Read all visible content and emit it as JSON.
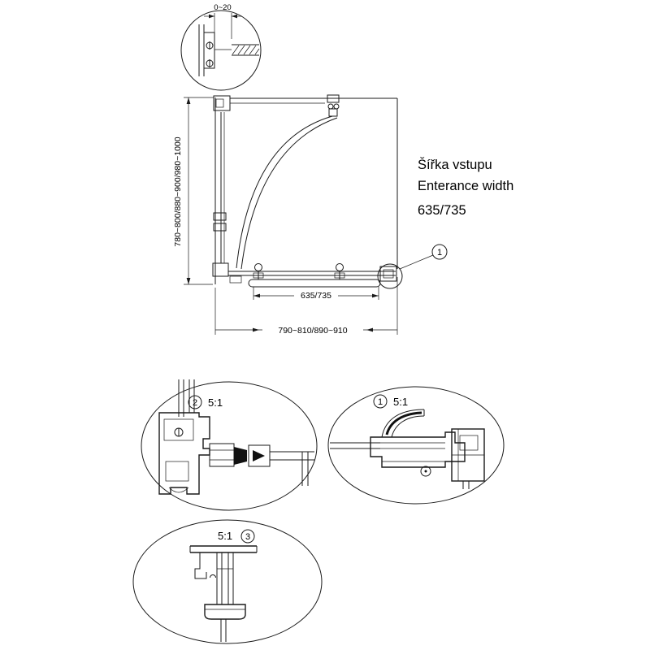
{
  "page": {
    "background": "#ffffff",
    "line_color": "#1a1a1a",
    "description": "Shower enclosure technical drawing"
  },
  "top_detail": {
    "dimension": "0~20"
  },
  "plan_view": {
    "height_dimension": "780~800/880~900/980~1000",
    "width_dimension": "790~810/890~910",
    "entrance_dimension": "635/735",
    "callout_number": "1"
  },
  "entrance_label": {
    "line1": "Šířka vstupu",
    "line2": "Enterance width",
    "value": "635/735"
  },
  "details": [
    {
      "number": "2",
      "scale": "5:1"
    },
    {
      "number": "1",
      "scale": "5:1"
    },
    {
      "number": "3",
      "scale": "5:1"
    }
  ]
}
